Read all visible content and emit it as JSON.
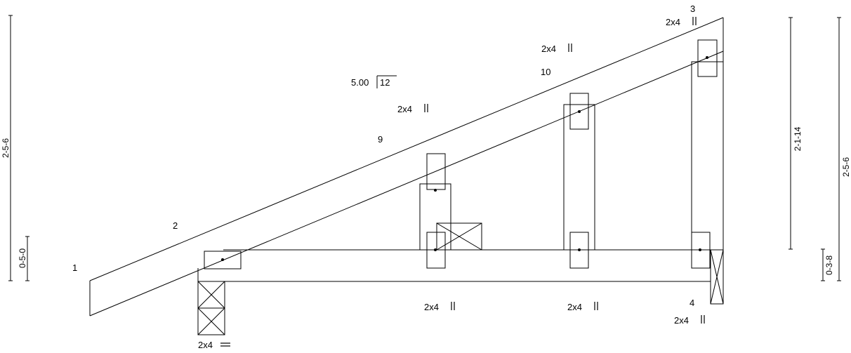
{
  "diagram": {
    "pitch": {
      "rise": "5.00",
      "run": "12"
    },
    "joints": [
      "1",
      "2",
      "3",
      "4",
      "9",
      "10"
    ],
    "plates": {
      "top_peak": "2x4",
      "top_mid": "2x4",
      "top_low": "2x4",
      "bottom_1": "2x4",
      "bottom_2": "2x4",
      "bottom_right": "2x4",
      "bearing_left": "2x4"
    },
    "dims": {
      "left_total": "2-5-6",
      "left_heel": "0-5-0",
      "right_inner": "2-1-14",
      "right_total": "2-5-6",
      "right_heel": "0-3-8"
    }
  }
}
